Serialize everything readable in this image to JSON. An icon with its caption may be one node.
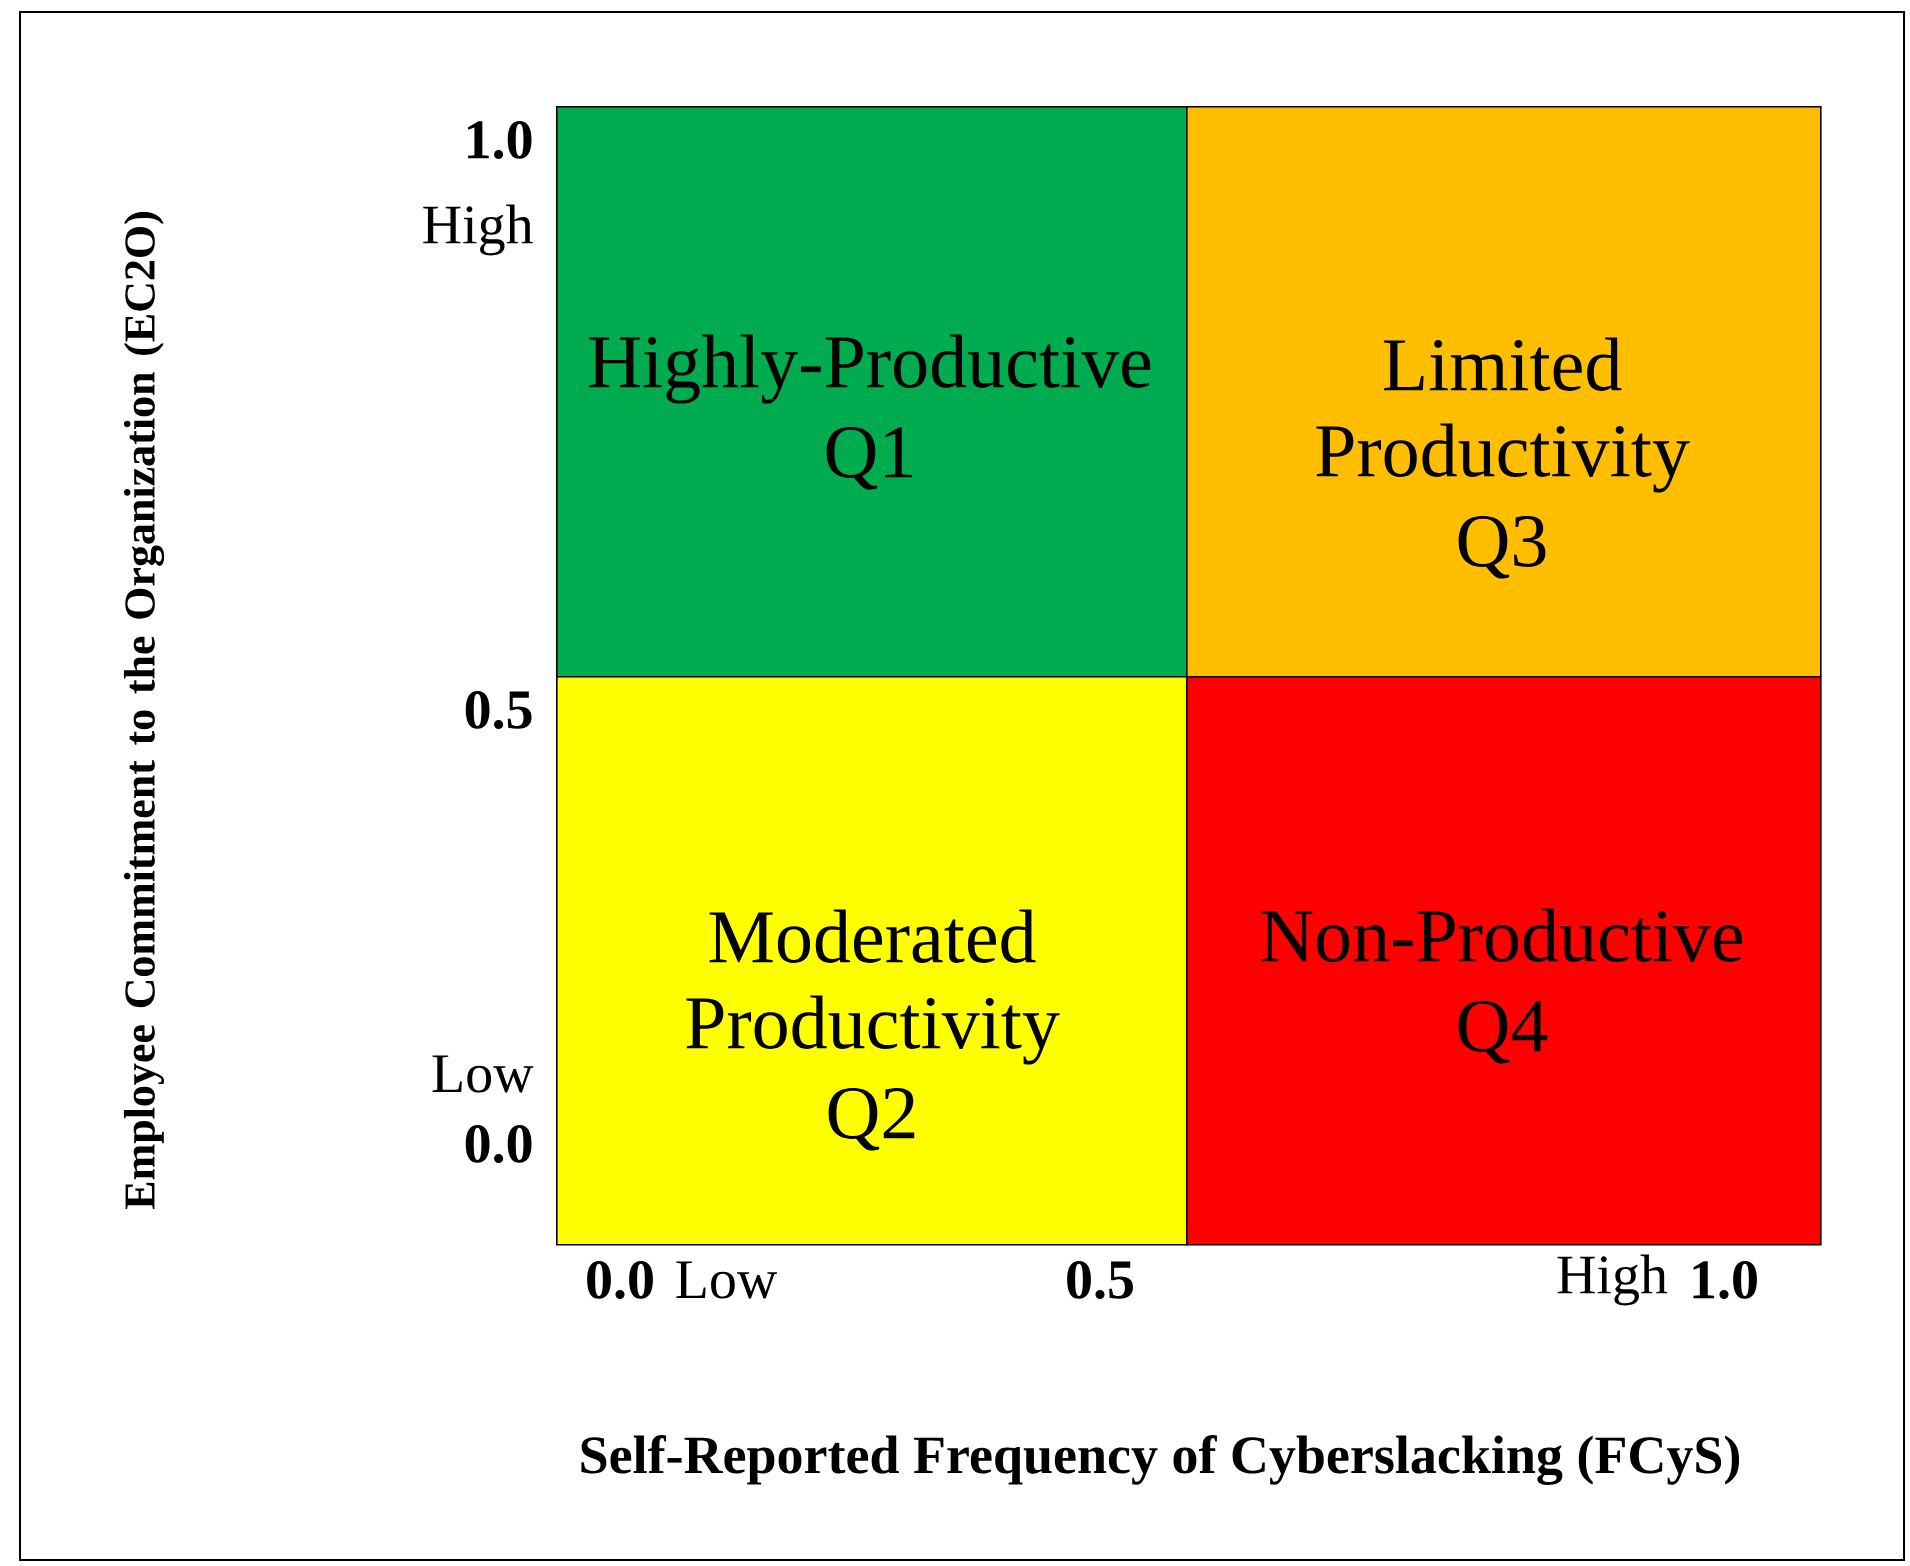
{
  "diagram": {
    "nodes": [
      {
        "text": [
          "Highly-Productive",
          "Q1"
        ]
      },
      {
        "text": [
          "Limited Productivity",
          "Q3"
        ]
      },
      {
        "text": [
          "Moderated Productivity",
          "Q2"
        ]
      },
      {
        "text": [
          "Non-Productive",
          "Q4"
        ]
      }
    ],
    "labels": [
      "1.0",
      "High",
      "0.5",
      "Low",
      "0.0",
      "Employee Commitment to the Organization (EC2O)",
      "0.0",
      "Low",
      "0.5",
      "High",
      "1.0",
      "Self-Reported Frequency of Cyberslacking (FCyS)"
    ]
  }
}
